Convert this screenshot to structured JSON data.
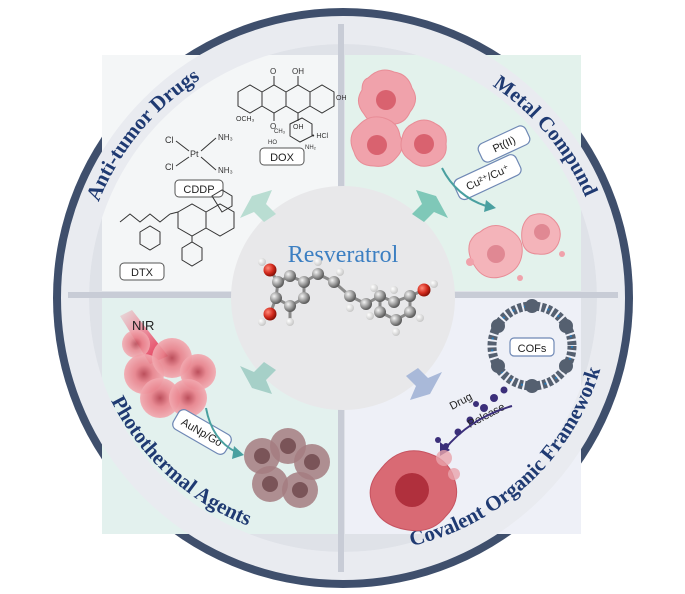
{
  "center": {
    "title": "Resveratrol"
  },
  "sections": {
    "antitumor": {
      "title": "Anti-tumor Drugs",
      "labels": {
        "dox": "DOX",
        "cddp": "CDDP",
        "dtx": "DTX",
        "hcl": "• HCl",
        "nh3_top": "NH₃",
        "nh3_bottom": "NH₃",
        "cl_top": "Cl",
        "cl_bottom": "Cl",
        "pt": "Pt",
        "och3": "OCH₃",
        "o1": "O",
        "o2": "O",
        "oh1": "OH",
        "oh2": "OH",
        "oh3": "OH",
        "ch3": "CH₃",
        "ho": "HO",
        "nh2": "NH₂"
      }
    },
    "metal": {
      "title": "Metal Compund",
      "labels": {
        "pt": "Pt(II)",
        "cu": "Cu²⁺/Cu⁺"
      }
    },
    "photothermal": {
      "title": "Photothermal Agents",
      "labels": {
        "nir": "NIR",
        "aunp": "AuNp/Go"
      }
    },
    "cof": {
      "title": "Covalent Organic Framework",
      "labels": {
        "cofs": "COFs",
        "drug": "Drug",
        "release": "Release"
      }
    }
  },
  "colors": {
    "outer_ring": "#3f4f6c",
    "divider": "#c8ccd6",
    "title_text": "#1f3a72",
    "center_title": "#3c7fc2",
    "cell_pink": "#e8818b",
    "cell_dark": "#c95a66",
    "arrow_green": "#7fc8b8",
    "arrow_blue": "#a9b9d9"
  }
}
